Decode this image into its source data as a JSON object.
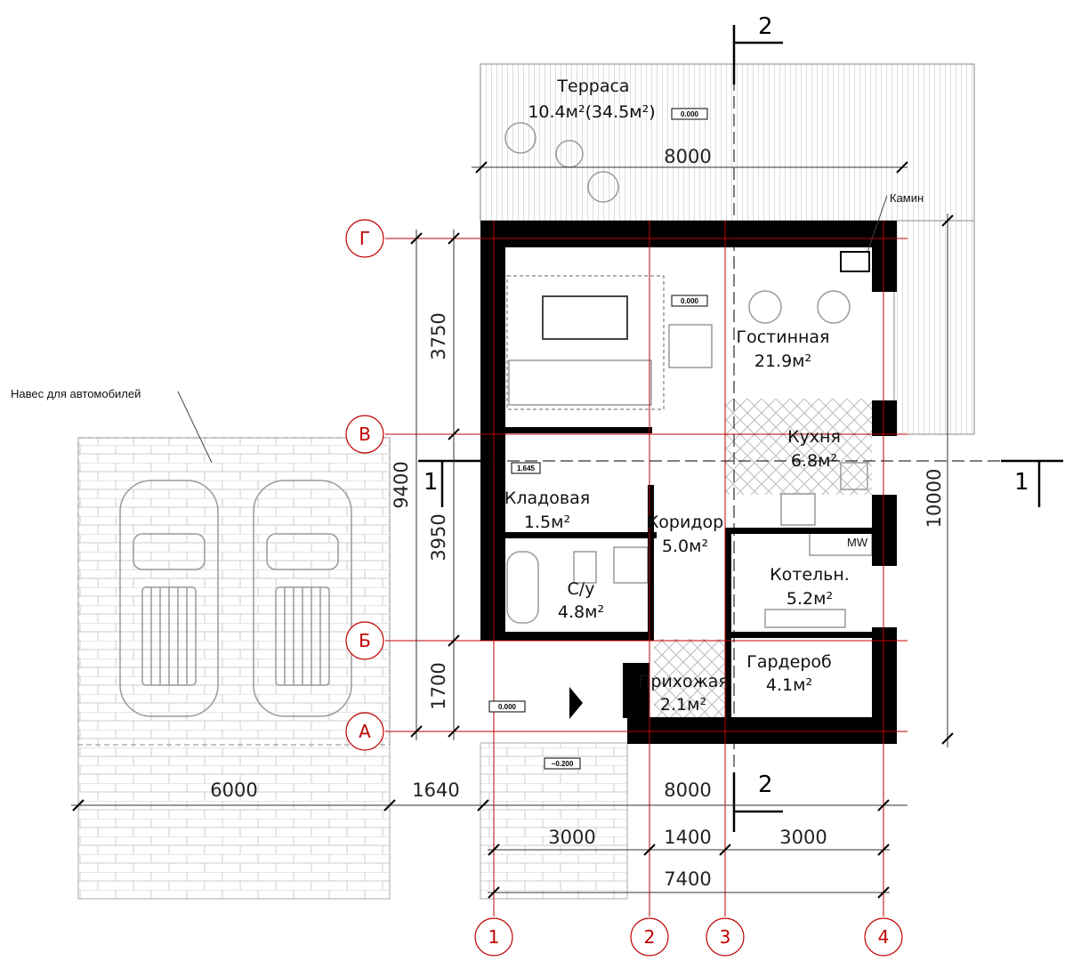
{
  "rooms": {
    "terrace": {
      "name": "Терраса",
      "area": "10.4м²(34.5м²)"
    },
    "living": {
      "name": "Гостинная",
      "area": "21.9м²"
    },
    "kitchen": {
      "name": "Кухня",
      "area": "6.8м²"
    },
    "storage": {
      "name": "Кладовая",
      "area": "1.5м²"
    },
    "corridor": {
      "name": "Коридор",
      "area": "5.0м²"
    },
    "bathroom": {
      "name": "С/у",
      "area": "4.8м²"
    },
    "boiler": {
      "name": "Котельн.",
      "area": "5.2м²"
    },
    "hallway": {
      "name": "Прихожая",
      "area": "2.1м²"
    },
    "wardrobe": {
      "name": "Гардероб",
      "area": "4.1м²"
    }
  },
  "annotations": {
    "fireplace": "Камин",
    "carport": "Навес для автомобилей",
    "mw": "MW"
  },
  "levels": {
    "terrace": "0.000",
    "living": "0.000",
    "storage": "1.645",
    "entrance": "0.000",
    "porch": "−0.200"
  },
  "dimensions": {
    "terrace_width": "8000",
    "carport_width": "6000",
    "gap": "1640",
    "house_width": "8000",
    "bay_1_2": "3000",
    "bay_2_3": "1400",
    "bay_3_4": "3000",
    "total_1_4": "7400",
    "left_g_v": "3750",
    "left_v_b": "3950",
    "left_b_a": "1700",
    "left_total": "9400",
    "right_total": "10000"
  },
  "axes": {
    "rows": [
      "Г",
      "В",
      "Б",
      "А"
    ],
    "cols": [
      "1",
      "2",
      "3",
      "4"
    ]
  },
  "sections": {
    "s1": "1",
    "s2": "2"
  },
  "colors": {
    "wall": "#000000",
    "axis": "#c00000",
    "line": "#555555"
  }
}
